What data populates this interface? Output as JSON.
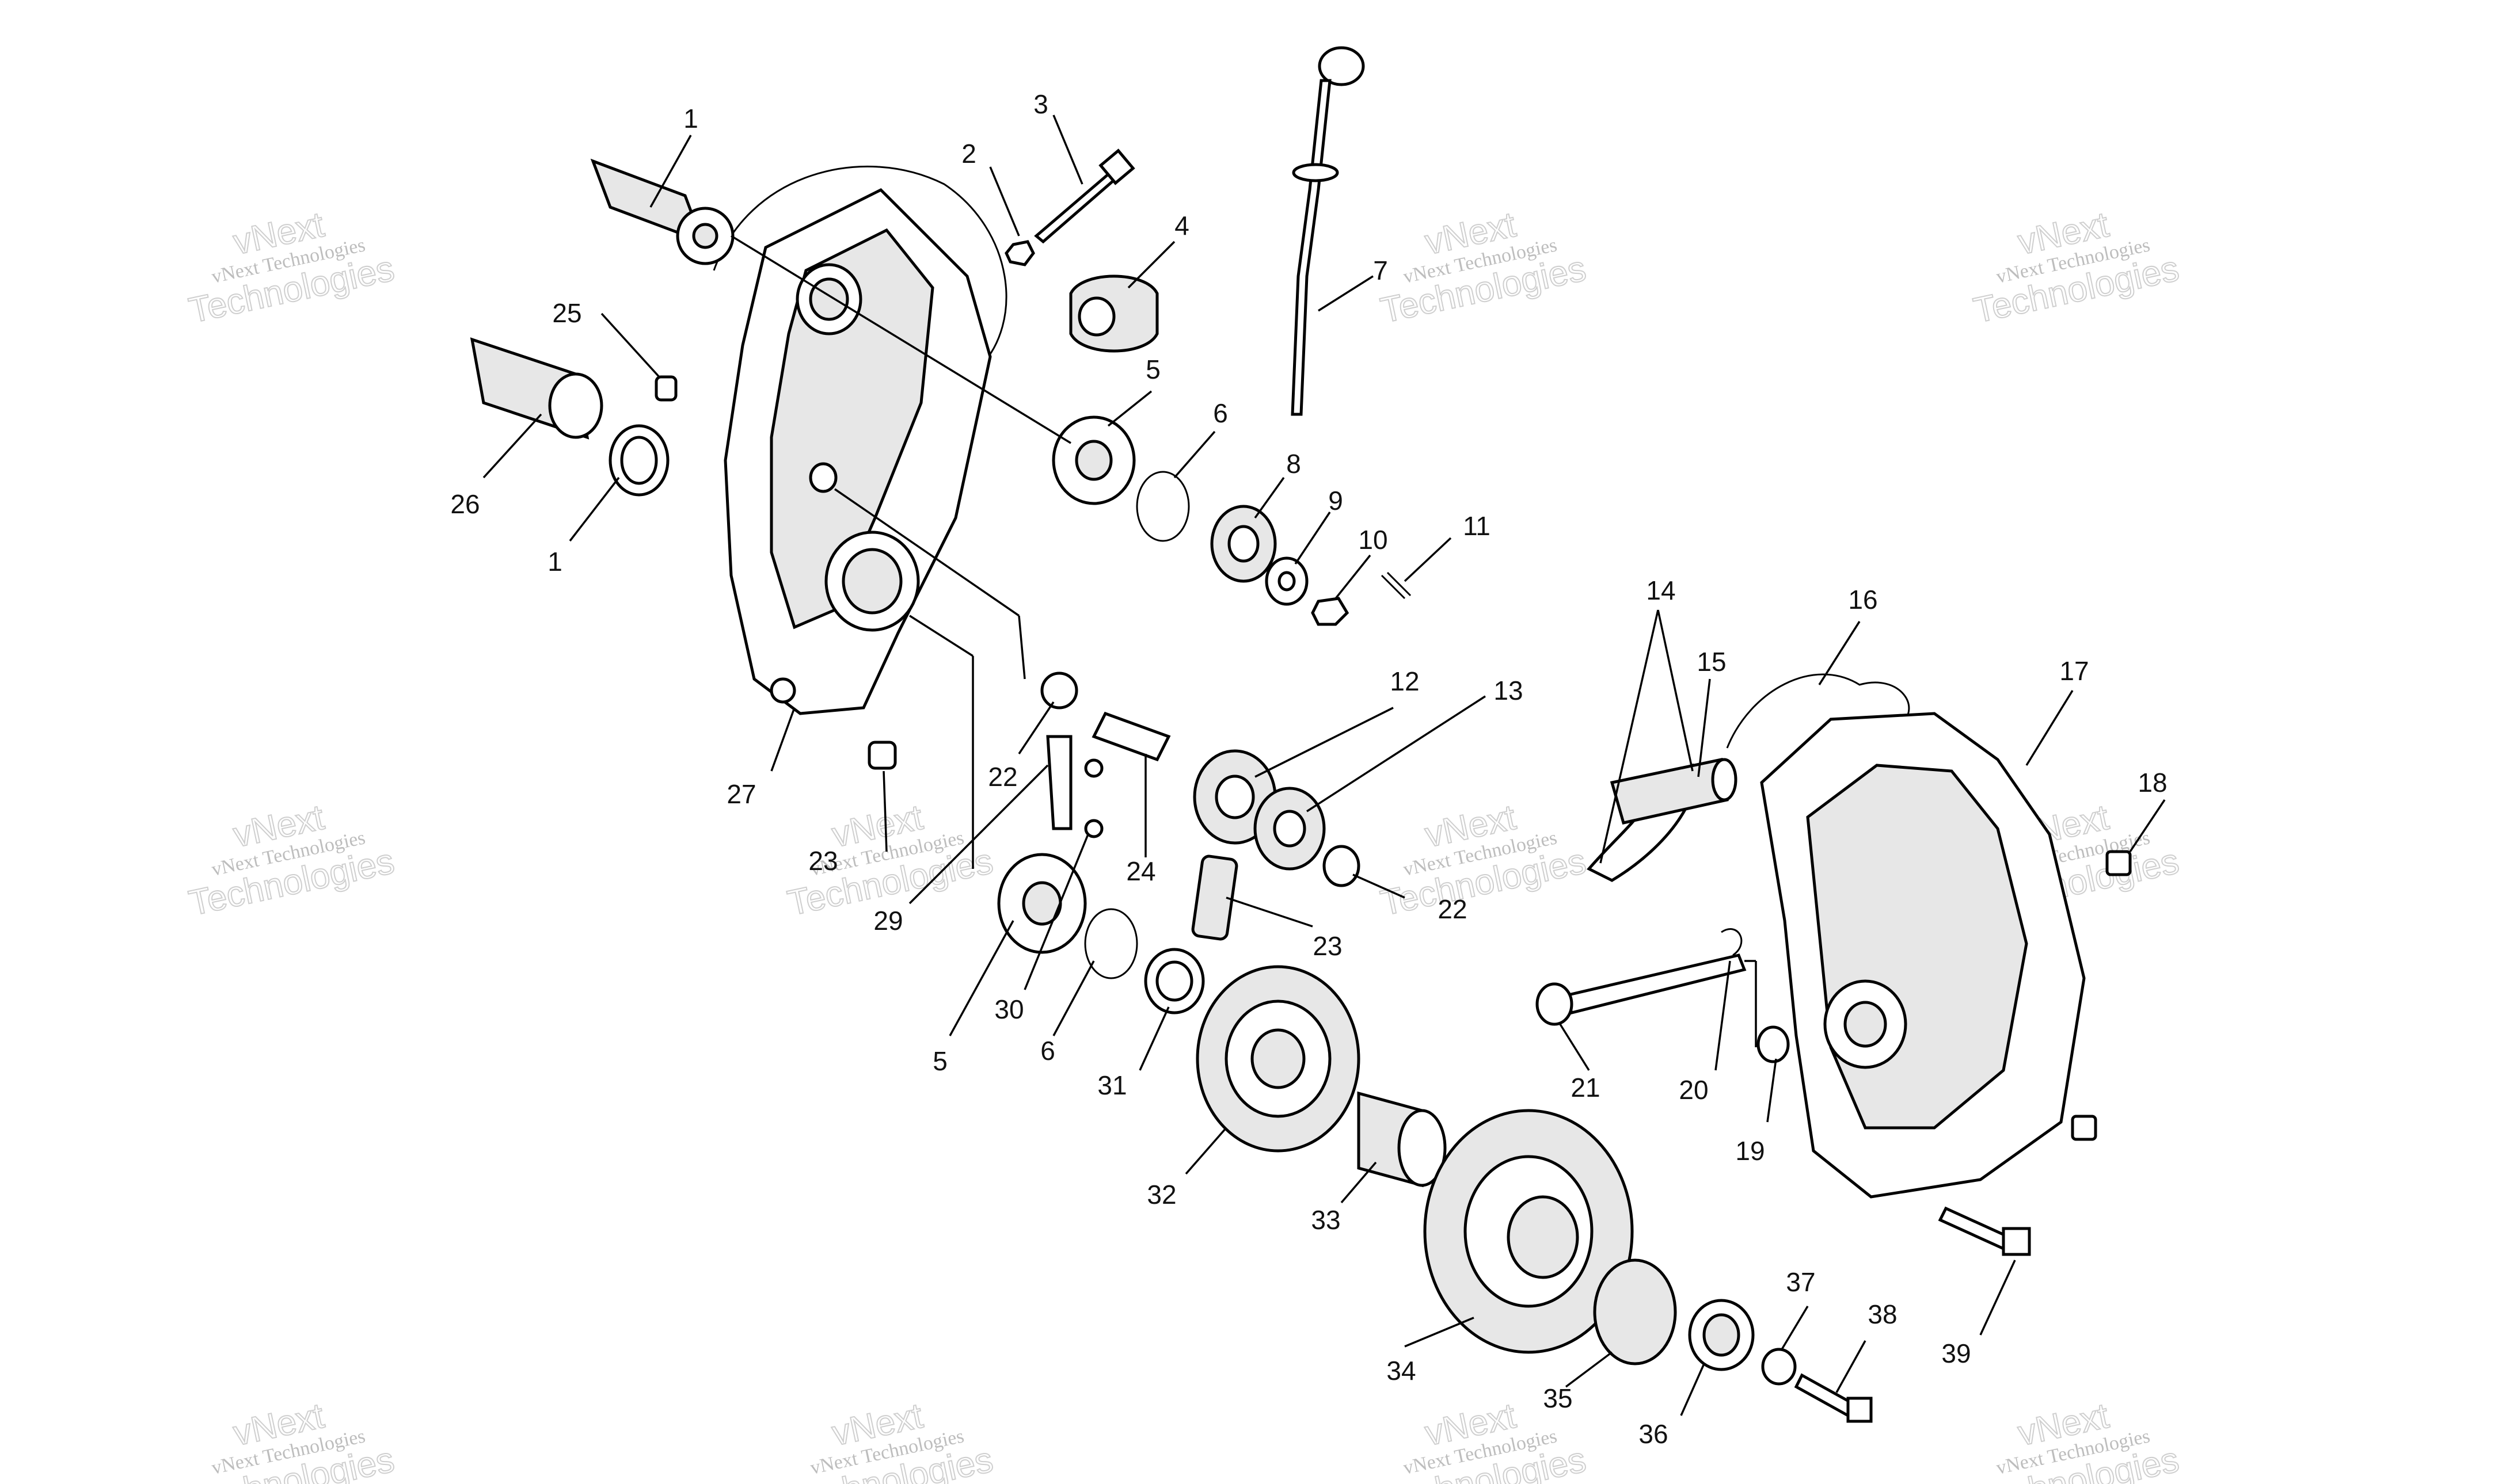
{
  "callouts": {
    "c1a": "1",
    "c1b": "1",
    "c2": "2",
    "c3": "3",
    "c4": "4",
    "c5a": "5",
    "c5b": "5",
    "c6a": "6",
    "c6b": "6",
    "c7": "7",
    "c8": "8",
    "c9": "9",
    "c10": "10",
    "c11": "11",
    "c12": "12",
    "c13": "13",
    "c14": "14",
    "c15": "15",
    "c16": "16",
    "c17": "17",
    "c18": "18",
    "c19": "19",
    "c20": "20",
    "c21": "21",
    "c22a": "22",
    "c22b": "22",
    "c23a": "23",
    "c23b": "23",
    "c24": "24",
    "c25": "25",
    "c26": "26",
    "c27": "27",
    "c29": "29",
    "c30": "30",
    "c31": "31",
    "c32": "32",
    "c33": "33",
    "c34": "34",
    "c35": "35",
    "c36": "36",
    "c37": "37",
    "c38": "38",
    "c39": "39"
  },
  "watermark": {
    "small": "vNext Technologies",
    "big": "Technologies",
    "mark": "vNext"
  }
}
